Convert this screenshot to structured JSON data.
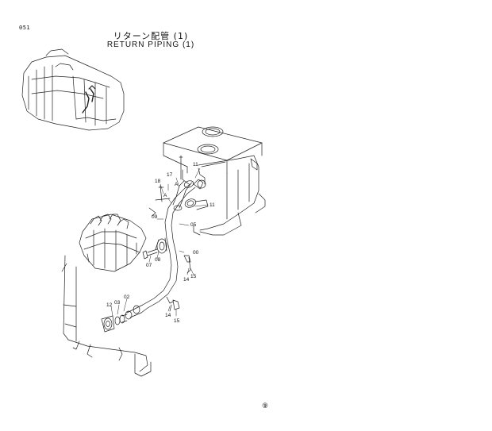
{
  "page": {
    "page_number": "051",
    "title_jp": "リターン配管 (1)",
    "title_en": "RETURN PIPING (1)",
    "footer_mark": "⑨"
  },
  "callouts": {
    "c11_top": "11",
    "c17": "17",
    "cA1": "A",
    "c18": "18",
    "cA2": "A",
    "c11_right": "11",
    "c09": "09",
    "c05": "05",
    "c08": "08",
    "c07": "07",
    "c00": "00",
    "c14_right": "14",
    "c15_right": "15",
    "c12": "12",
    "c03": "03",
    "c02": "02",
    "c14_bottom": "14",
    "c15_bottom": "15"
  }
}
